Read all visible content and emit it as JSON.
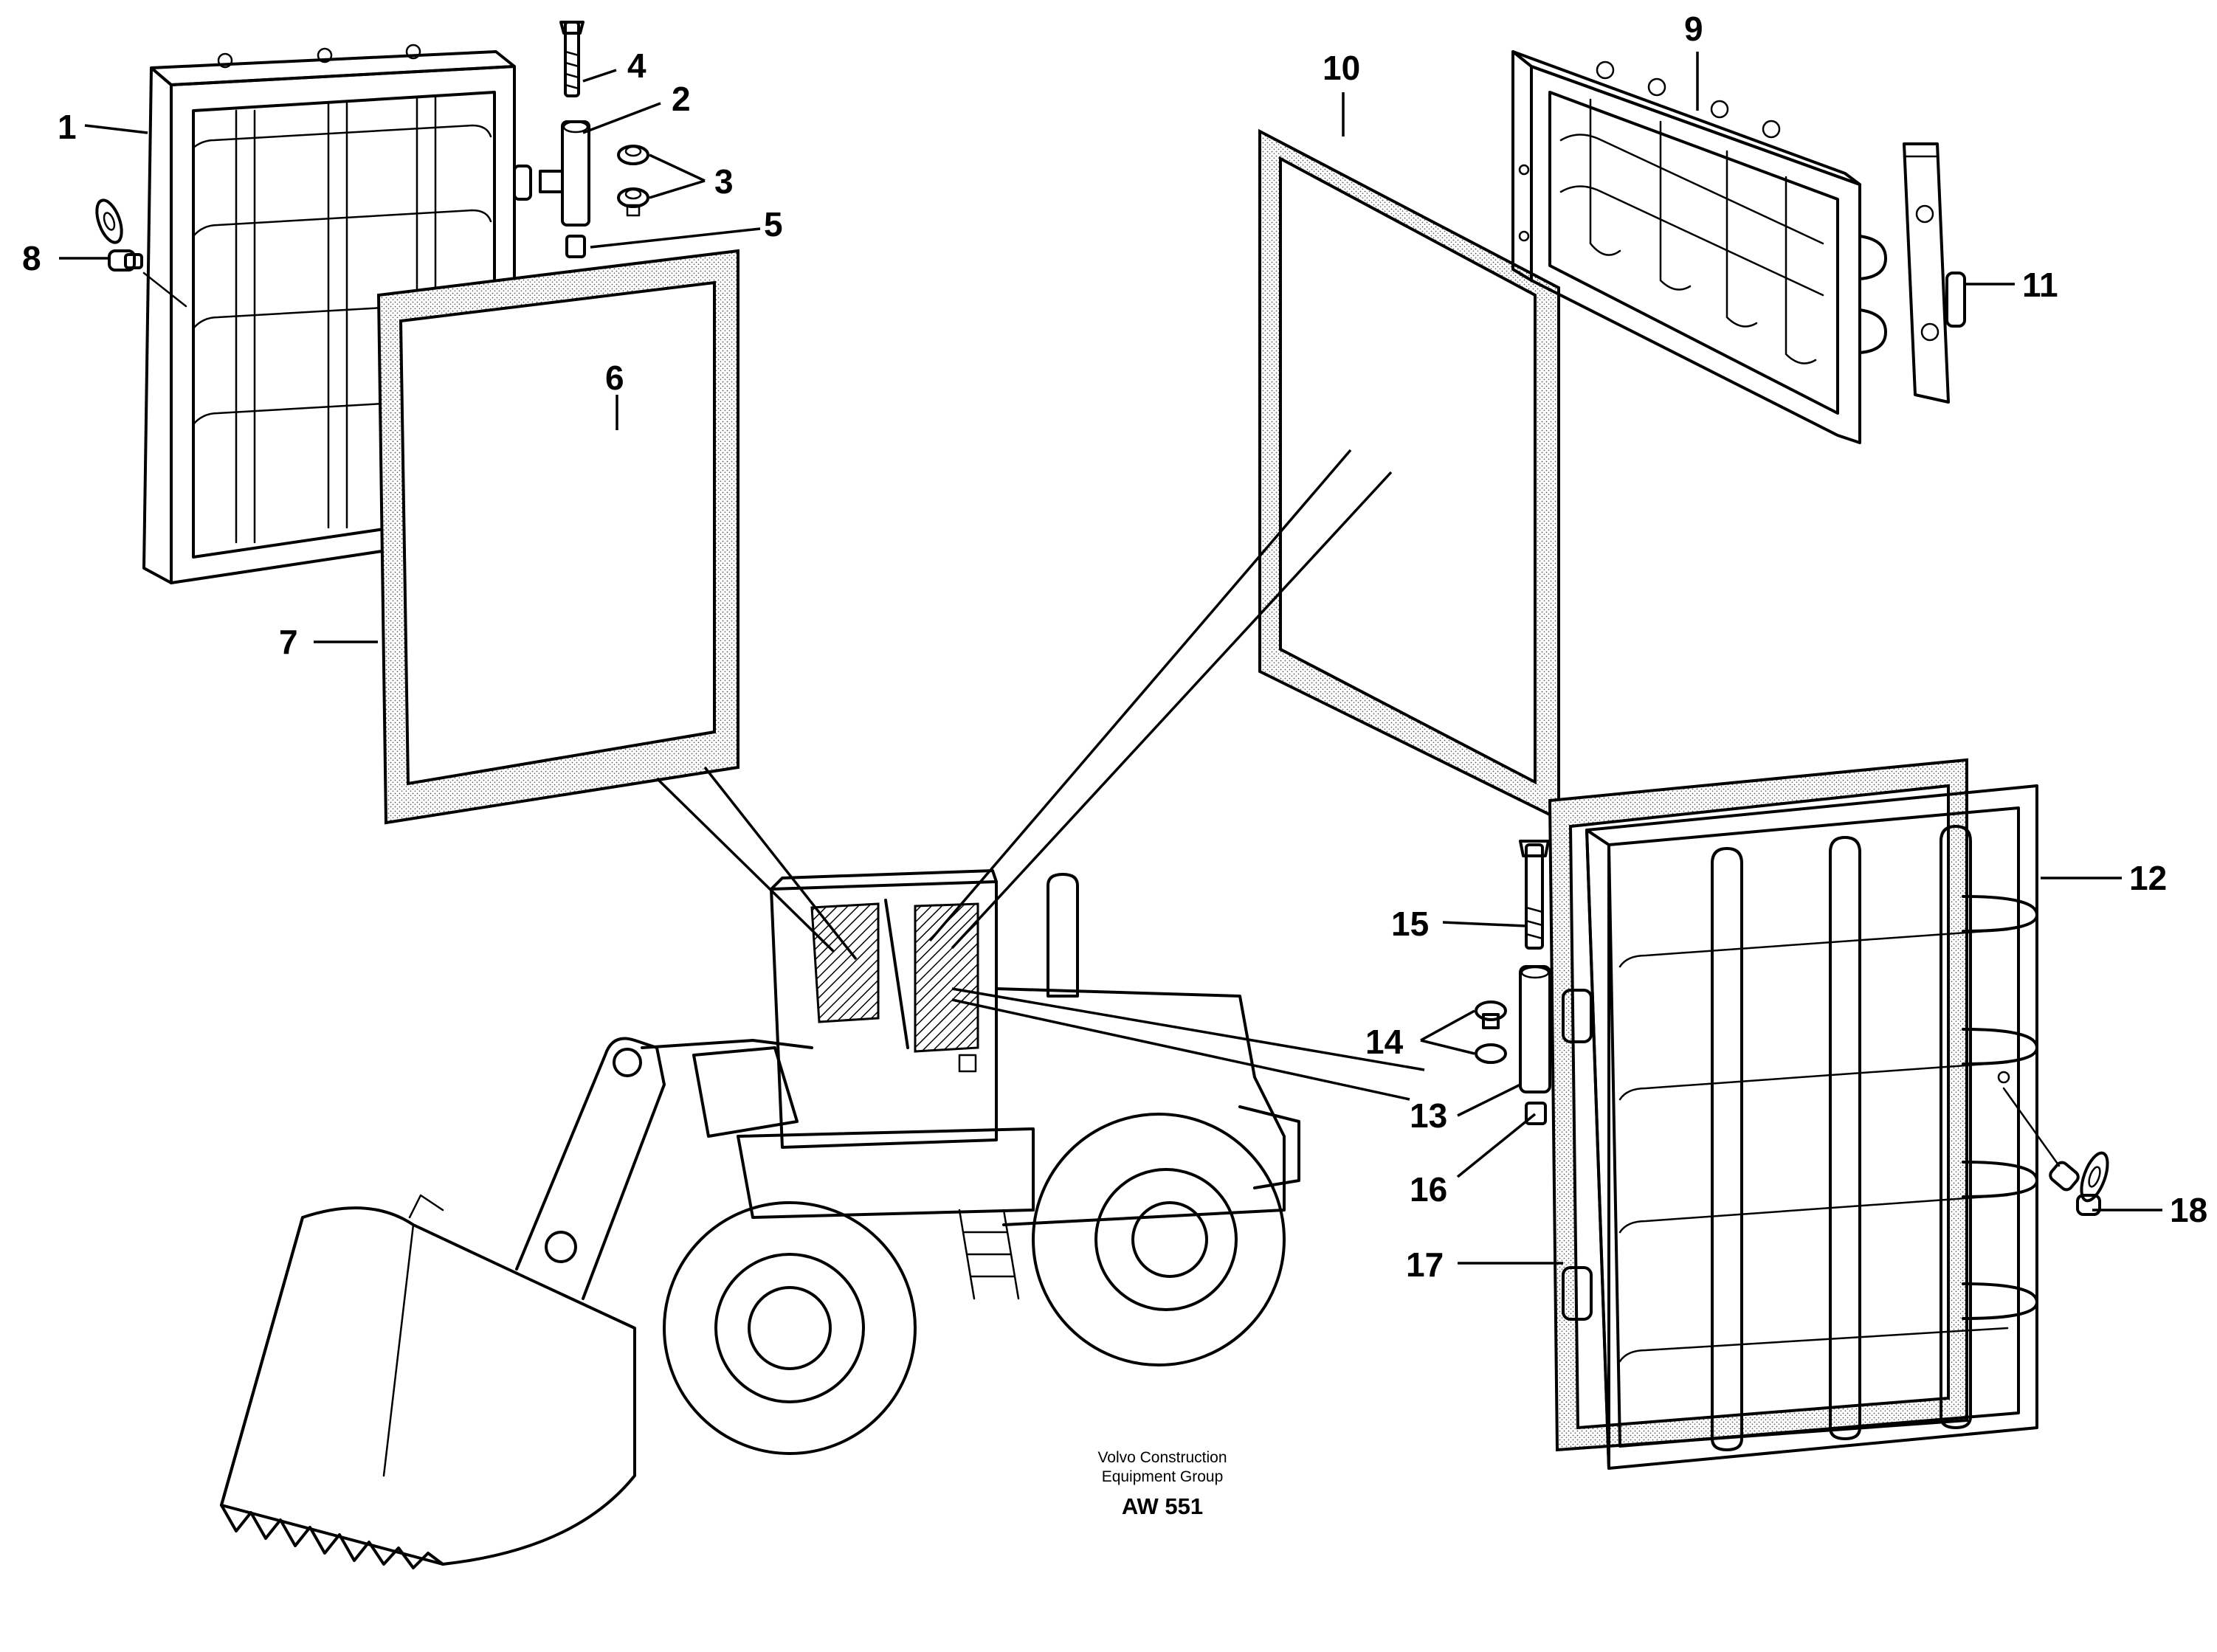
{
  "callouts": {
    "c1": "1",
    "c2": "2",
    "c3": "3",
    "c4": "4",
    "c5": "5",
    "c6": "6",
    "c7": "7",
    "c8": "8",
    "c9": "9",
    "c10": "10",
    "c11": "11",
    "c12": "12",
    "c13": "13",
    "c14": "14",
    "c15": "15",
    "c16": "16",
    "c17": "17",
    "c18": "18"
  },
  "credit": {
    "line1": "Volvo Construction",
    "line2": "Equipment Group",
    "code": "AW 551"
  },
  "colors": {
    "ink": "#000000",
    "paper": "#ffffff",
    "seal_fill": "#d9d9d9"
  }
}
